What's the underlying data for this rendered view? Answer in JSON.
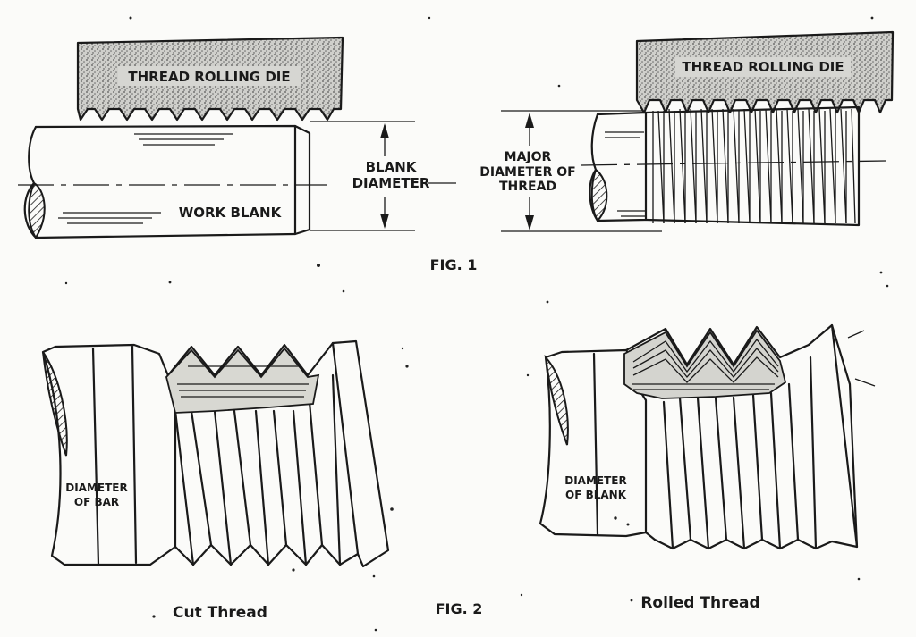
{
  "fig1": {
    "left_die_label": "THREAD ROLLING DIE",
    "right_die_label": "THREAD ROLLING DIE",
    "work_blank_label": "WORK BLANK",
    "blank_diameter_line1": "BLANK",
    "blank_diameter_line2": "DIAMETER",
    "major_diameter_line1": "MAJOR",
    "major_diameter_line2": "DIAMETER OF",
    "major_diameter_line3": "THREAD",
    "caption": "FIG.  1"
  },
  "fig2": {
    "cut_bar_line1": "DIAMETER",
    "cut_bar_line2": "OF BAR",
    "rolled_blank_line1": "DIAMETER",
    "rolled_blank_line2": "OF BLANK",
    "cut_thread_caption": "Cut Thread",
    "caption": "FIG.  2",
    "rolled_thread_caption": "Rolled Thread"
  },
  "colors": {
    "ink": "#1a1a1a",
    "die_fill": "#bdbdb8",
    "paper": "#fbfbf9"
  }
}
